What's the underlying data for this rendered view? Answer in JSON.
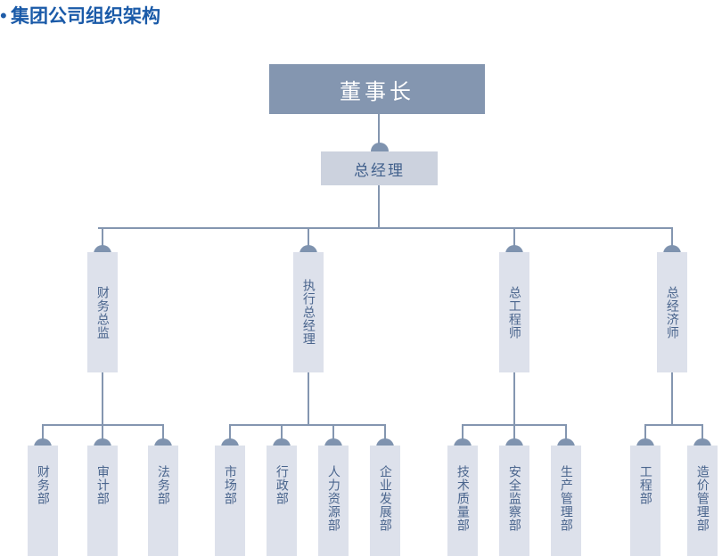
{
  "slide": {
    "title": "集团公司组织架构",
    "bullet_glyph": "•",
    "title_color": "#1a5aa8",
    "background": "#ffffff"
  },
  "theme": {
    "accent_dark": "#8496b0",
    "box_fill_light": "#dde1eb",
    "box_fill_mid": "#ccd2de",
    "connector_color": "#8496b0",
    "label_color": "#4a658d",
    "level0_text_color": "#ffffff",
    "level1_text_color": "#41608c"
  },
  "chart_data": {
    "type": "diagram",
    "diagram_kind": "organization-chart",
    "orientation": "top-down",
    "levels": 4,
    "nodes": [
      {
        "id": "n0",
        "label": "董事长",
        "level": 0,
        "parent": null,
        "text_direction": "horizontal"
      },
      {
        "id": "n1",
        "label": "总经理",
        "level": 1,
        "parent": "n0",
        "text_direction": "horizontal"
      },
      {
        "id": "n2a",
        "label": "财务总监",
        "level": 2,
        "parent": "n1",
        "text_direction": "vertical"
      },
      {
        "id": "n2b",
        "label": "执行总经理",
        "level": 2,
        "parent": "n1",
        "text_direction": "vertical"
      },
      {
        "id": "n2c",
        "label": "总工程师",
        "level": 2,
        "parent": "n1",
        "text_direction": "vertical"
      },
      {
        "id": "n2d",
        "label": "总经济师",
        "level": 2,
        "parent": "n1",
        "text_direction": "vertical"
      },
      {
        "id": "n3a1",
        "label": "财务部",
        "level": 3,
        "parent": "n2a",
        "text_direction": "vertical"
      },
      {
        "id": "n3a2",
        "label": "审计部",
        "level": 3,
        "parent": "n2a",
        "text_direction": "vertical"
      },
      {
        "id": "n3a3",
        "label": "法务部",
        "level": 3,
        "parent": "n2a",
        "text_direction": "vertical"
      },
      {
        "id": "n3b1",
        "label": "市场部",
        "level": 3,
        "parent": "n2b",
        "text_direction": "vertical"
      },
      {
        "id": "n3b2",
        "label": "行政部",
        "level": 3,
        "parent": "n2b",
        "text_direction": "vertical"
      },
      {
        "id": "n3b3",
        "label": "人力资源部",
        "level": 3,
        "parent": "n2b",
        "text_direction": "vertical"
      },
      {
        "id": "n3b4",
        "label": "企业发展部",
        "level": 3,
        "parent": "n2b",
        "text_direction": "vertical"
      },
      {
        "id": "n3c1",
        "label": "技术质量部",
        "level": 3,
        "parent": "n2c",
        "text_direction": "vertical"
      },
      {
        "id": "n3c2",
        "label": "安全监察部",
        "level": 3,
        "parent": "n2c",
        "text_direction": "vertical"
      },
      {
        "id": "n3c3",
        "label": "生产管理部",
        "level": 3,
        "parent": "n2c",
        "text_direction": "vertical"
      },
      {
        "id": "n3d1",
        "label": "工程部",
        "level": 3,
        "parent": "n2d",
        "text_direction": "vertical"
      },
      {
        "id": "n3d2",
        "label": "造价管理部",
        "level": 3,
        "parent": "n2d",
        "text_direction": "vertical"
      }
    ],
    "counts": {
      "level2_total": 4,
      "level3_total": 12,
      "children_of_财务总监": 3,
      "children_of_执行总经理": 4,
      "children_of_总工程师": 3,
      "children_of_总经济师": 2
    }
  },
  "org": {
    "chairman": {
      "label": "董事长"
    },
    "general_manager": {
      "label": "总经理"
    },
    "executives": [
      {
        "label": "财务总监"
      },
      {
        "label": "执行总经理"
      },
      {
        "label": "总工程师"
      },
      {
        "label": "总经济师"
      }
    ],
    "departments": {
      "finance_group": [
        {
          "label": "财务部"
        },
        {
          "label": "审计部"
        },
        {
          "label": "法务部"
        }
      ],
      "operations_group": [
        {
          "label": "市场部"
        },
        {
          "label": "行政部"
        },
        {
          "label": "人力资源部"
        },
        {
          "label": "企业发展部"
        }
      ],
      "engineering_group": [
        {
          "label": "技术质量部"
        },
        {
          "label": "安全监察部"
        },
        {
          "label": "生产管理部"
        }
      ],
      "economics_group": [
        {
          "label": "工程部"
        },
        {
          "label": "造价管理部"
        }
      ]
    }
  }
}
